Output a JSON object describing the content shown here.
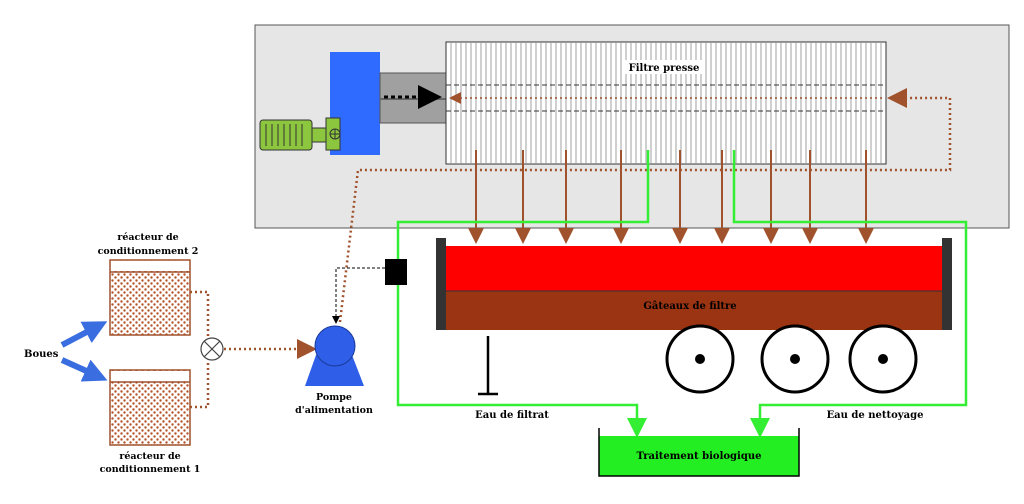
{
  "labels": {
    "filter_press": "Filtre presse",
    "filter_cake": "Gâteaux de filtre",
    "reactor2_line1": "réacteur de",
    "reactor2_line2": "conditionnement 2",
    "reactor1_line1": "réacteur de",
    "reactor1_line2": "conditionnement 1",
    "sludge": "Boues",
    "pump_line1": "Pompe",
    "pump_line2": "d'alimentation",
    "filtrate": "Eau de filtrat",
    "wash_water": "Eau de nettoyage",
    "bio_treatment": "Traitement biologique"
  },
  "colors": {
    "press_background": "#e6e6e6",
    "motor_block": "#2f6bff",
    "motor": "#8cc63f",
    "cake_top": "#ff0000",
    "cake_bottom": "#9a3412",
    "sludge_pipe": "#a0522d",
    "water_pipe": "#33ee33",
    "bio_tank": "#22ee22",
    "pump": "#2f5fe8",
    "arrow_blue": "#3a6ee0"
  }
}
